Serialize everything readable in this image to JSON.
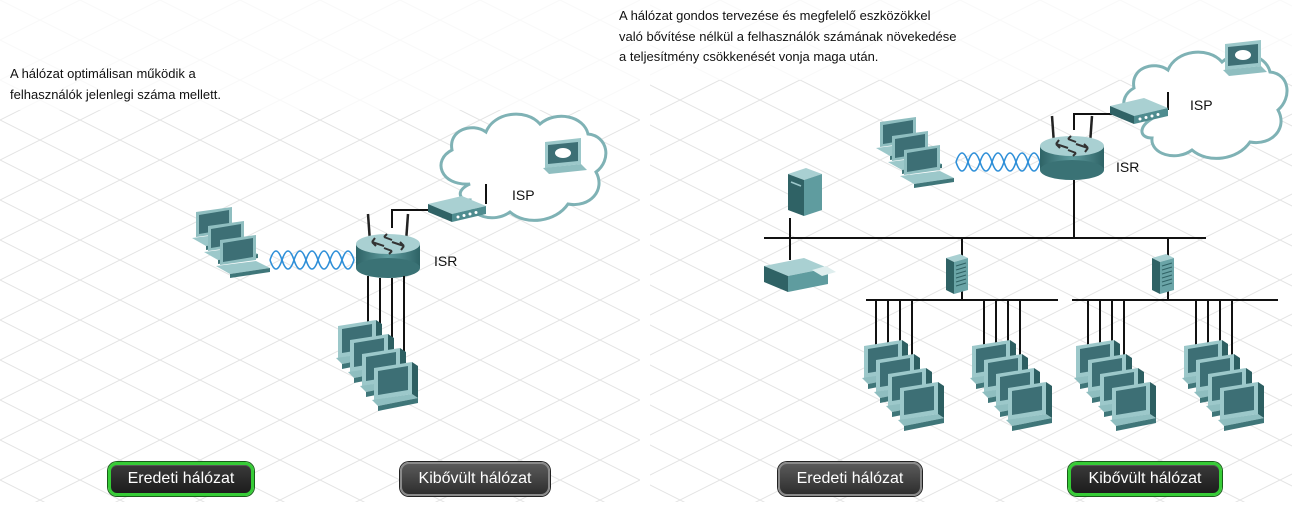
{
  "left_panel": {
    "caption": [
      "A hálózat optimálisan működik a",
      "felhasználók jelenlegi száma mellett."
    ],
    "isr_label": "ISR",
    "isp_label": "ISP",
    "buttons": {
      "original": "Eredeti hálózat",
      "expanded": "Kibővült hálózat"
    },
    "active_button": "original"
  },
  "right_panel": {
    "caption": [
      "A hálózat gondos tervezése és megfelelő eszközökkel",
      "való bővítése nélkül a felhasználók számának növekedése",
      "a teljesítmény csökkenését vonja maga után."
    ],
    "isr_label": "ISR",
    "isp_label": "ISP",
    "buttons": {
      "original": "Eredeti hálózat",
      "expanded": "Kibővült hálózat"
    },
    "active_button": "expanded"
  },
  "colors": {
    "device": "#4f8c8f",
    "device_dark": "#2f6265",
    "screen": "#3d6f75",
    "cloud": "#7fb2b5",
    "wireless": "#2e8fd8",
    "active_border": "#36cc36"
  }
}
